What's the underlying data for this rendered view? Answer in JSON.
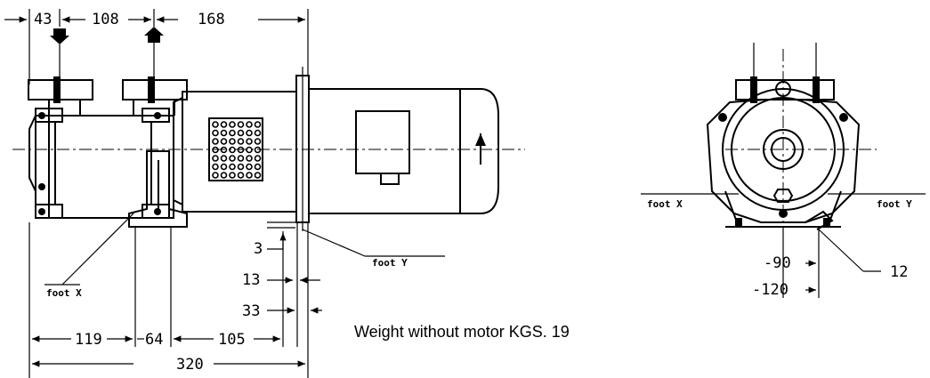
{
  "dimensions": {
    "d43": "43",
    "d108": "108",
    "d168": "168",
    "d3": "3",
    "d13": "13",
    "d33": "33",
    "d119": "119",
    "d64": "64",
    "d105": "105",
    "d320": "320",
    "d90": "-90",
    "d120": "-120",
    "d12": "12"
  },
  "labels": {
    "foot_x_side": "foot X",
    "foot_y_side": "foot Y",
    "foot_x_end": "foot X",
    "foot_y_end": "foot Y"
  },
  "note": "Weight without motor KGS. 19"
}
